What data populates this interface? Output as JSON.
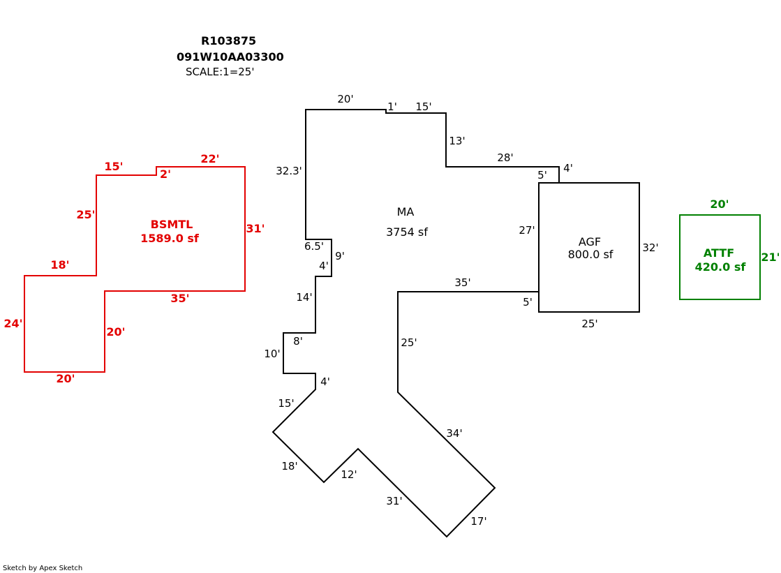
{
  "header": {
    "account": "R103875",
    "map_lot": "091W10AA03300",
    "scale": "SCALE:1=25'"
  },
  "areas": {
    "ma": {
      "code": "MA",
      "size": "3754 sf"
    },
    "agf": {
      "code": "AGF",
      "size": "800.0 sf"
    },
    "bsmtl": {
      "code": "BSMTL",
      "size": "1589.0 sf"
    },
    "attf": {
      "code": "ATTF",
      "size": "420.0 sf"
    }
  },
  "dims": {
    "ma": [
      "20'",
      "1'",
      "15'",
      "13'",
      "28'",
      "4'",
      "5'",
      "32.3'",
      "6.5'",
      "9'",
      "4'",
      "14'",
      "8'",
      "10'",
      "4'",
      "15'",
      "18'",
      "12'",
      "31'",
      "17'",
      "34'",
      "25'",
      "35'",
      "5'",
      "27'"
    ],
    "agf": [
      "32'",
      "25'"
    ],
    "bsmtl": [
      "15'",
      "2'",
      "22'",
      "25'",
      "31'",
      "18'",
      "35'",
      "24'",
      "20'",
      "20'"
    ],
    "attf": [
      "20'",
      "21'"
    ]
  },
  "colors": {
    "ma": "#000000",
    "agf": "#000000",
    "bsmtl": "#e30000",
    "attf": "#008000"
  },
  "footer": {
    "credit": "Sketch by Apex Sketch"
  }
}
